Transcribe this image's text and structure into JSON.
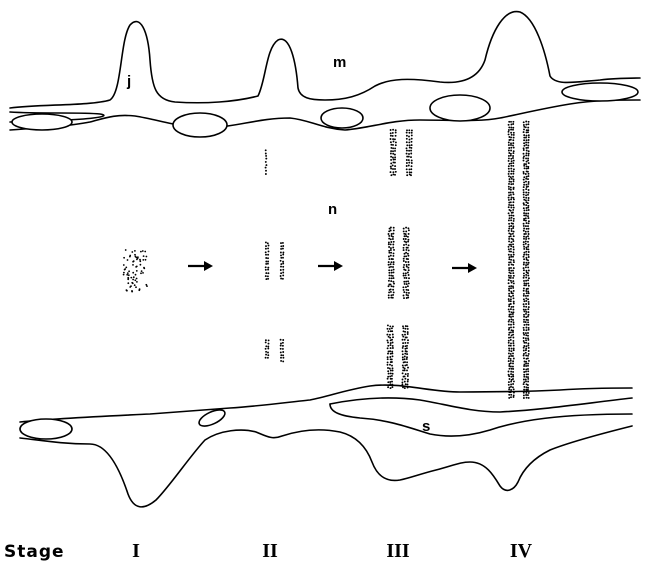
{
  "labels": {
    "j": "j",
    "m": "m",
    "n": "n",
    "s": "s"
  },
  "stages": {
    "caption": "Stage",
    "items": [
      "I",
      "II",
      "III",
      "IV"
    ]
  }
}
